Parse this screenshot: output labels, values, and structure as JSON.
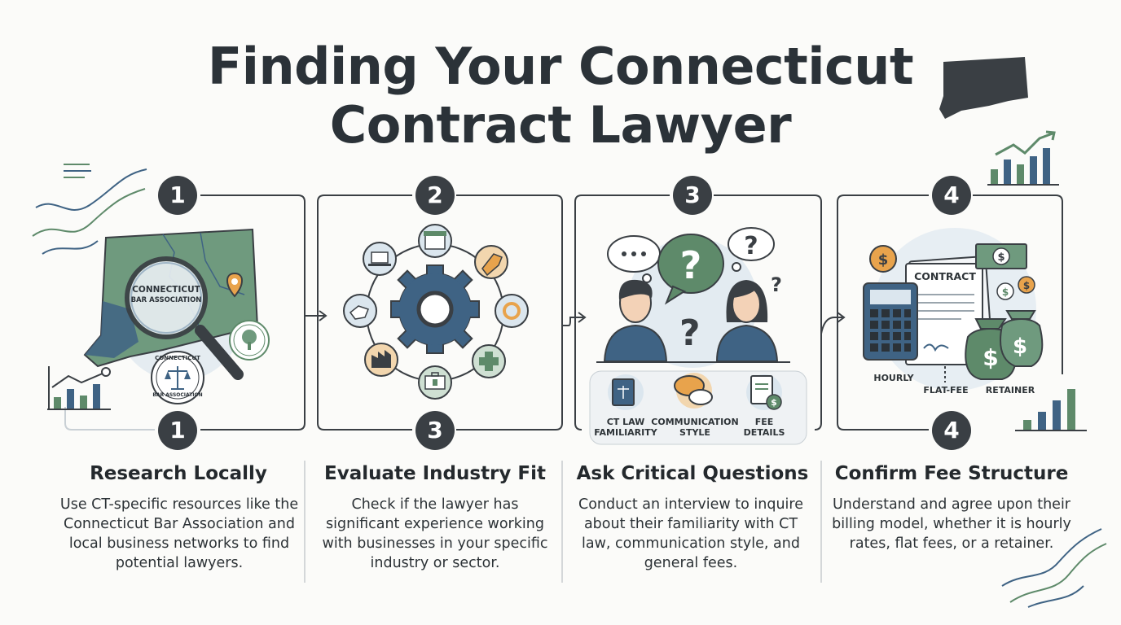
{
  "title_line1": "Finding Your Connecticut",
  "title_line2": "Contract Lawyer",
  "colors": {
    "dark": "#3a3f44",
    "blue": "#3f6384",
    "green": "#5e8a6a",
    "light_blue": "#dbe6ee",
    "orange": "#e8a34c"
  },
  "steps": [
    {
      "top_number": "1",
      "bottom_number": "1",
      "title": "Research Locally",
      "description": "Use CT-specific resources like the Connecticut Bar Association and local business networks to find potential lawyers.",
      "labels": {
        "magnifier": "CONNECTICUT",
        "magnifier2": "BAR ASSOCIATION",
        "seal_top": "CONNECTICUT",
        "seal_bottom": "BAR ASSOCIATION"
      },
      "icons": [
        "connecticut-map-icon",
        "magnifying-glass-icon",
        "map-pin-icon",
        "bar-association-seal-icon",
        "tree-seal-icon",
        "bar-chart-icon"
      ]
    },
    {
      "top_number": "2",
      "bottom_number": "3",
      "title": "Evaluate Industry Fit",
      "description": "Check if the lawyer has significant experience working with businesses in your specific industry or sector.",
      "icons": [
        "gear-icon",
        "storefront-icon",
        "price-tag-icon",
        "cog-icon",
        "medical-cross-icon",
        "briefcase-icon",
        "factory-icon",
        "handshake-icon",
        "laptop-icon"
      ]
    },
    {
      "top_number": "3",
      "bottom_number": "",
      "title": "Ask Critical Questions",
      "description": "Conduct an interview to inquire about their familiarity with CT law, communication style, and general fees.",
      "labels": {
        "ct_law_1": "CT LAW",
        "ct_law_2": "FAMILIARITY",
        "comm_1": "COMMUNICATION",
        "comm_2": "STYLE",
        "fee_1": "FEE",
        "fee_2": "DETAILS"
      },
      "icons": [
        "man-avatar-icon",
        "woman-avatar-icon",
        "question-bubble-icon",
        "law-book-icon",
        "chat-bubbles-icon",
        "fee-document-icon"
      ]
    },
    {
      "top_number": "4",
      "bottom_number": "4",
      "title": "Confirm Fee Structure",
      "description": "Understand and agree upon their billing model, whether it is hourly rates, flat fees, or a retainer.",
      "labels": {
        "contract": "CONTRACT",
        "hourly": "HOURLY",
        "flat_fee": "FLAT-FEE",
        "retainer": "RETAINER"
      },
      "icons": [
        "calculator-icon",
        "contract-document-icon",
        "money-bag-icon",
        "dollar-coin-icon",
        "banknote-icon",
        "growth-chart-icon"
      ]
    }
  ]
}
